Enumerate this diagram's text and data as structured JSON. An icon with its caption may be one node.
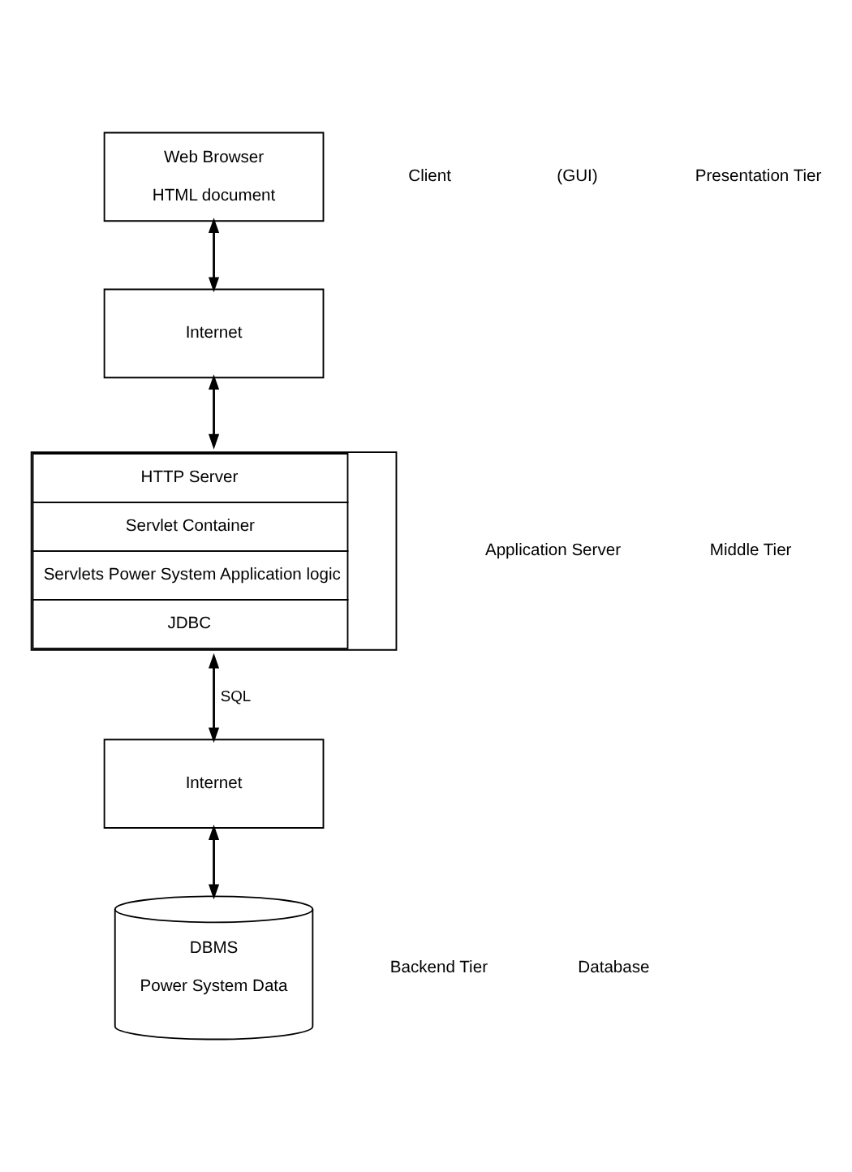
{
  "diagram": {
    "nodes": [
      {
        "text": [
          "Web Browser",
          "HTML document"
        ]
      },
      {
        "text": [
          "Internet"
        ]
      },
      {
        "text": [
          "HTTP Server",
          "Servlet Container",
          "Servlets Power System Application logic",
          "JDBC"
        ]
      },
      {
        "text": [
          "Internet"
        ]
      },
      {
        "text": [
          "DBMS",
          "Power System Data"
        ]
      }
    ],
    "edges": [
      {
        "from": 0,
        "to": 1,
        "arrow": "both"
      },
      {
        "from": 1,
        "to": 2,
        "arrow": "both"
      },
      {
        "from": 2,
        "to": 3,
        "arrow": "both",
        "label": "SQL"
      },
      {
        "from": 3,
        "to": 4,
        "arrow": "both"
      }
    ],
    "labels": [
      "Client",
      "(GUI)",
      "Presentation Tier",
      "Application Server",
      "Middle Tier",
      "Backend Tier",
      "Database"
    ]
  }
}
